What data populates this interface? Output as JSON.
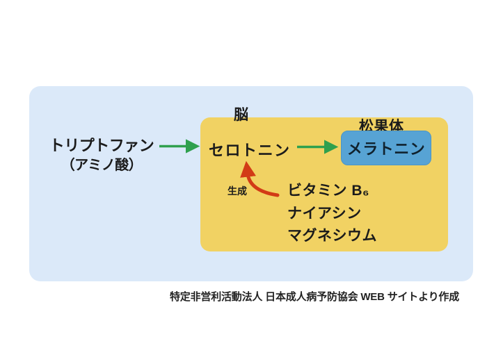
{
  "diagram": {
    "title_none": "",
    "nodes": {
      "tryptophan": {
        "label": "トリプトファン",
        "sublabel": "（アミノ酸）"
      },
      "brain": {
        "label": "脳"
      },
      "serotonin": {
        "label": "セロトニン"
      },
      "pineal": {
        "label": "松果体"
      },
      "melatonin": {
        "label": "メラトニン"
      },
      "cofactors": {
        "items": [
          "ビタミン B₆",
          "ナイアシン",
          "マグネシウム"
        ]
      }
    },
    "edges": [
      {
        "from": "tryptophan",
        "to": "serotonin",
        "style": "straight-arrow",
        "color": "#2fa04e",
        "label": ""
      },
      {
        "from": "serotonin",
        "to": "melatonin",
        "style": "straight-arrow",
        "color": "#2fa04e",
        "label": ""
      },
      {
        "from": "cofactors",
        "to": "serotonin",
        "style": "curved-arrow",
        "color": "#d23b16",
        "label": "生成"
      }
    ],
    "colors": {
      "page_background": "#ffffff",
      "panel_background": "#dbe9f9",
      "brain_box": "#f1d263",
      "melatonin_box": "#57a3d4",
      "arrow_green": "#2fa04e",
      "arrow_red": "#d23b16",
      "text": "#1b1b1b"
    },
    "source_note": "特定非営利活動法人 日本成人病予防協会 WEB サイトより作成"
  }
}
